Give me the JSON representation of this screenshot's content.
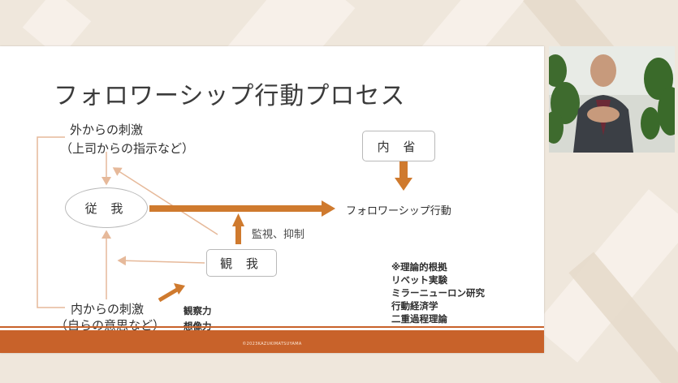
{
  "slide": {
    "title": "フォロワーシップ行動プロセス",
    "external_stimulus_line1": "外からの刺激",
    "external_stimulus_line2": "（上司からの指示など）",
    "follow_self": "従 我",
    "observe_self": "観 我",
    "introspection": "内 省",
    "followership_action": "フォロワーシップ行動",
    "monitor_suppress": "監視、抑制",
    "internal_stimulus_line1": "内からの刺激",
    "internal_stimulus_line2": "（自らの意思など）",
    "abilities": [
      "観察力",
      "想像力"
    ],
    "references": [
      "※理論的根拠",
      "リベット実験",
      "ミラーニューロン研究",
      "行動経済学",
      "二重過程理論"
    ],
    "copyright": "©2023KAZUKIMATSUYAMA"
  },
  "colors": {
    "accent_orange": "#cf7a2e",
    "footer_orange": "#c8622a",
    "light_line": "#e6b99a"
  }
}
